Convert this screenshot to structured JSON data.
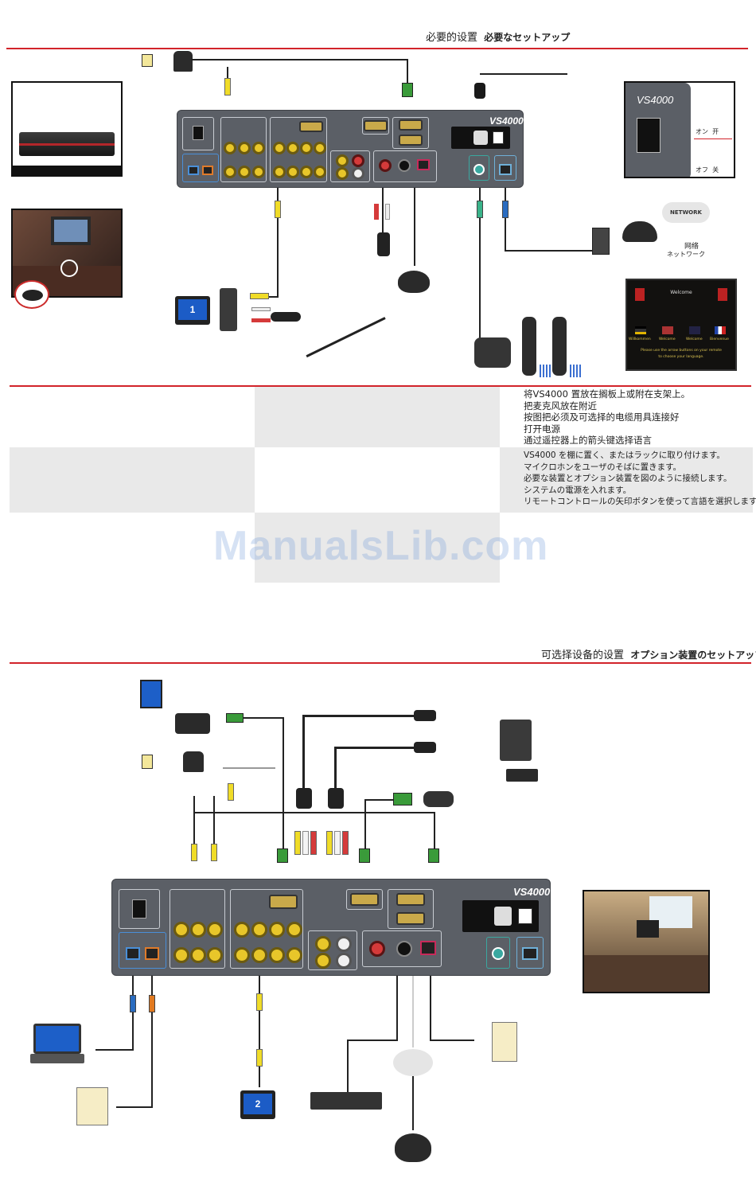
{
  "top_header": {
    "cn": "必要的设置",
    "jp": "必要なセットアップ"
  },
  "bottom_header": {
    "cn": "可选择设备的设置",
    "jp": "オプション装置のセットアップ"
  },
  "device": {
    "model": "VS4000"
  },
  "switch_callout": {
    "model": "VS4000",
    "on_jp": "オン",
    "on_cn": "开",
    "off_jp": "オフ",
    "off_cn": "关"
  },
  "network_callout": {
    "cloud": "NETWORK",
    "cn": "网络",
    "jp": "ネットワーク"
  },
  "welcome_screen": {
    "title": "Welcome",
    "langs": [
      "Willkommen",
      "Welcome",
      "Welcome",
      "Bienvenue"
    ],
    "line1": "Please use the arrow buttons on your remote",
    "line2": "to choose your language."
  },
  "monitors": {
    "primary": "1",
    "secondary": "2"
  },
  "instructions": {
    "cn": [
      "将VS4000 置放在搁板上或附在支架上。",
      "把麦克风放在附近",
      "按图把必须及可选择的电缆用具连接好",
      "打开电源",
      "通过遥控器上的箭头键选择语言"
    ],
    "jp": [
      "VS4000 を棚に置く、またはラックに取り付けます。",
      "マイクロホンをユーザのそばに置きます。",
      "必要な装置とオプション装置を図のように接続します。",
      "システムの電源を入れます。",
      "リモートコントロールの矢印ボタンを使って言語を選択します。"
    ]
  },
  "watermark": "ManualsLib.com"
}
